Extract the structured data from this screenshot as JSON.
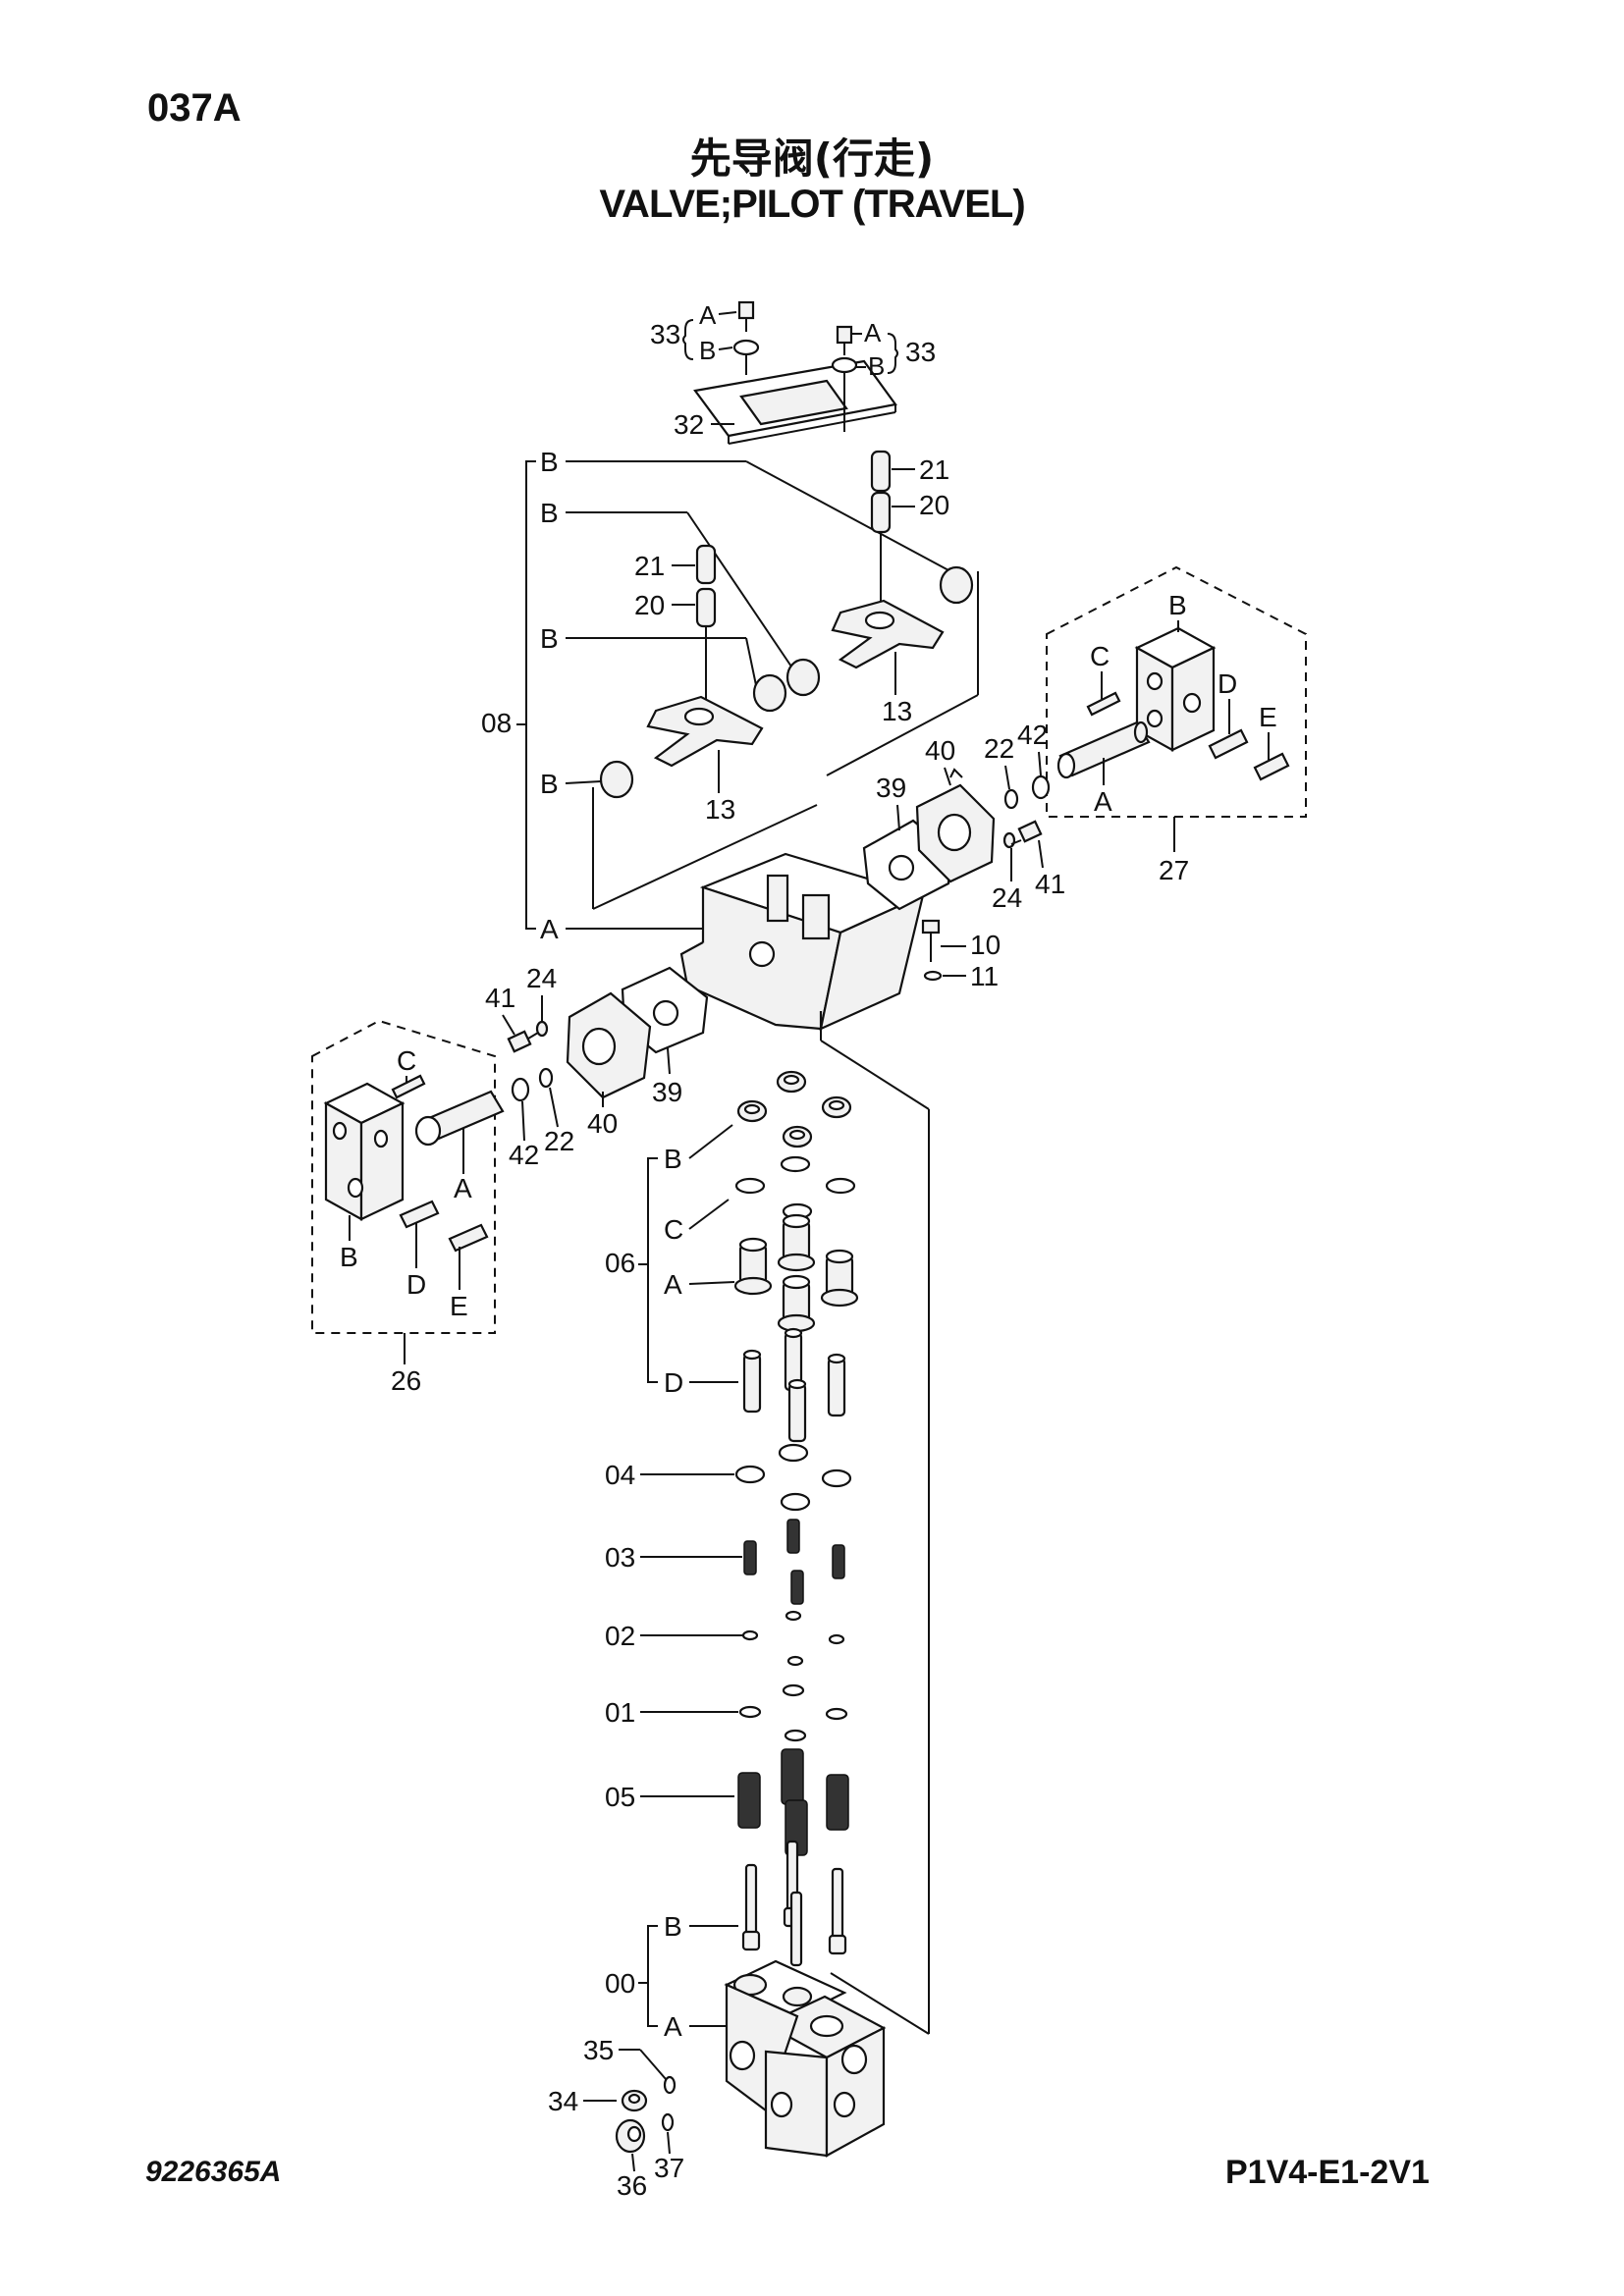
{
  "header": {
    "page_code": "037A",
    "title_cn": "先导阀(行走)",
    "title_en": "VALVE;PILOT (TRAVEL)"
  },
  "footer": {
    "drawing_number": "9226365A",
    "model_code": "P1V4-E1-2V1"
  },
  "callouts": {
    "c00": "00",
    "c01": "01",
    "c02": "02",
    "c03": "03",
    "c04": "04",
    "c05": "05",
    "c06": "06",
    "c08": "08",
    "c10": "10",
    "c11": "11",
    "c13a": "13",
    "c13b": "13",
    "c20a": "20",
    "c20b": "20",
    "c21a": "21",
    "c21b": "21",
    "c22a": "22",
    "c22b": "22",
    "c24a": "24",
    "c24b": "24",
    "c26": "26",
    "c27": "27",
    "c32": "32",
    "c33a": "33",
    "c33b": "33",
    "c34": "34",
    "c35": "35",
    "c36": "36",
    "c37": "37",
    "c39a": "39",
    "c39b": "39",
    "c40a": "40",
    "c40b": "40",
    "c41a": "41",
    "c41b": "41",
    "c42a": "42",
    "c42b": "42"
  },
  "letters": {
    "a": "A",
    "b": "B",
    "c": "C",
    "d": "D",
    "e": "E"
  }
}
